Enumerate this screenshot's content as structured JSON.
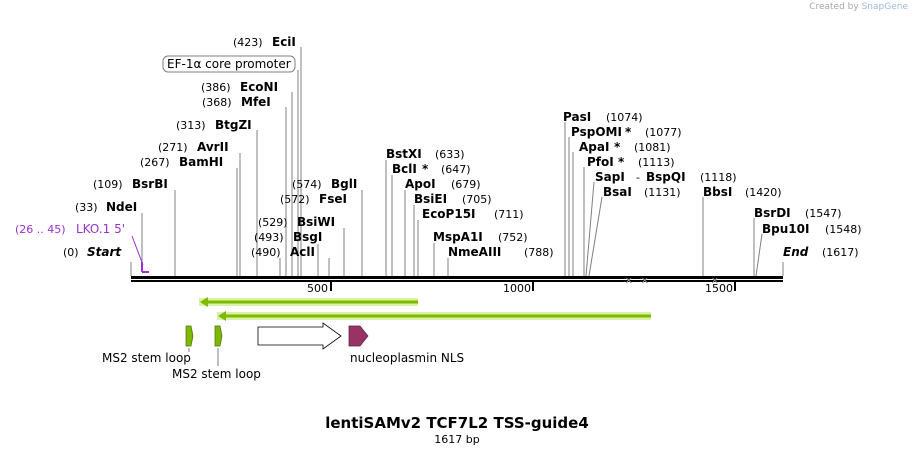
{
  "credit": {
    "prefix": "Created by",
    "brand": "SnapGene"
  },
  "map": {
    "title": "lentiSAMv2 TCF7L2 TSS-guide4",
    "length_label": "1617 bp",
    "start_label": "Start",
    "start_pos": "(0)",
    "end_label": "End",
    "end_pos": "(1617)"
  },
  "ruler": {
    "ticks": [
      "500",
      "1000",
      "1500"
    ]
  },
  "sites": [
    {
      "name": "EciI",
      "pos": "(423)",
      "star": ""
    },
    {
      "name": "EcoNI",
      "pos": "(386)",
      "star": ""
    },
    {
      "name": "MfeI",
      "pos": "(368)",
      "star": ""
    },
    {
      "name": "BtgZI",
      "pos": "(313)",
      "star": ""
    },
    {
      "name": "AvrII",
      "pos": "(271)",
      "star": ""
    },
    {
      "name": "BamHI",
      "pos": "(267)",
      "star": ""
    },
    {
      "name": "BsrBI",
      "pos": "(109)",
      "star": ""
    },
    {
      "name": "NdeI",
      "pos": "(33)",
      "star": ""
    },
    {
      "name": "BglI",
      "pos": "(574)",
      "star": ""
    },
    {
      "name": "FseI",
      "pos": "(572)",
      "star": ""
    },
    {
      "name": "BsiWI",
      "pos": "(529)",
      "star": ""
    },
    {
      "name": "BsgI",
      "pos": "(493)",
      "star": ""
    },
    {
      "name": "AclI",
      "pos": "(490)",
      "star": ""
    },
    {
      "name": "BstXI",
      "pos": "(633)",
      "star": ""
    },
    {
      "name": "BclI",
      "pos": "(647)",
      "star": "*"
    },
    {
      "name": "ApoI",
      "pos": "(679)",
      "star": ""
    },
    {
      "name": "BsiEI",
      "pos": "(705)",
      "star": ""
    },
    {
      "name": "EcoP15I",
      "pos": "(711)",
      "star": ""
    },
    {
      "name": "MspA1I",
      "pos": "(752)",
      "star": ""
    },
    {
      "name": "NmeAIII",
      "pos": "(788)",
      "star": ""
    },
    {
      "name": "PasI",
      "pos": "(1074)",
      "star": ""
    },
    {
      "name": "PspOMI",
      "pos": "(1077)",
      "star": "*"
    },
    {
      "name": "ApaI",
      "pos": "(1081)",
      "star": "*"
    },
    {
      "name": "PfoI",
      "pos": "(1113)",
      "star": "*"
    },
    {
      "name": "SapI",
      "pos": "",
      "star": ""
    },
    {
      "name": "BspQI",
      "pos": "(1118)",
      "star": ""
    },
    {
      "name": "BsaI",
      "pos": "(1131)",
      "star": ""
    },
    {
      "name": "BbsI",
      "pos": "(1420)",
      "star": ""
    },
    {
      "name": "BsrDI",
      "pos": "(1547)",
      "star": ""
    },
    {
      "name": "Bpu10I",
      "pos": "(1548)",
      "star": ""
    }
  ],
  "sapi_dash": "-",
  "primer": {
    "range": "(26 .. 45)",
    "name": "LKO.1 5'"
  },
  "features": {
    "promoter": "EF-1α core promoter",
    "ms2_a": "MS2 stem loop",
    "ms2_b": "MS2 stem loop",
    "nls": "nucleoplasmin NLS"
  },
  "colors": {
    "backbone": "#000000",
    "site_line": "#808080",
    "primer": "#9933cc",
    "green_feature": "#7fb800",
    "green_halo": "#d9f2a6",
    "nls": "#993366",
    "promoter_fill": "#ffffff"
  }
}
